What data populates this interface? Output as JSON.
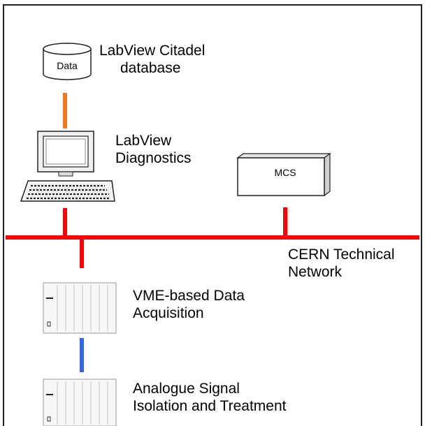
{
  "diagram": {
    "database": {
      "cylinder_text": "Data",
      "label_line1": "LabView Citadel",
      "label_line2": "database"
    },
    "diagnostics": {
      "label_line1": "LabView",
      "label_line2": "Diagnostics"
    },
    "mcs": {
      "box_text": "MCS"
    },
    "network": {
      "label_line1": "CERN Technical",
      "label_line2": "Network"
    },
    "vme": {
      "label_line1": "VME-based Data",
      "label_line2": "Acquisition"
    },
    "analogue": {
      "label_line1": "Analogue Signal",
      "label_line2": "Isolation and Treatment"
    }
  },
  "colors": {
    "network": "#ff0000",
    "db_link": "#f07820",
    "rack_link": "#3366e0"
  }
}
